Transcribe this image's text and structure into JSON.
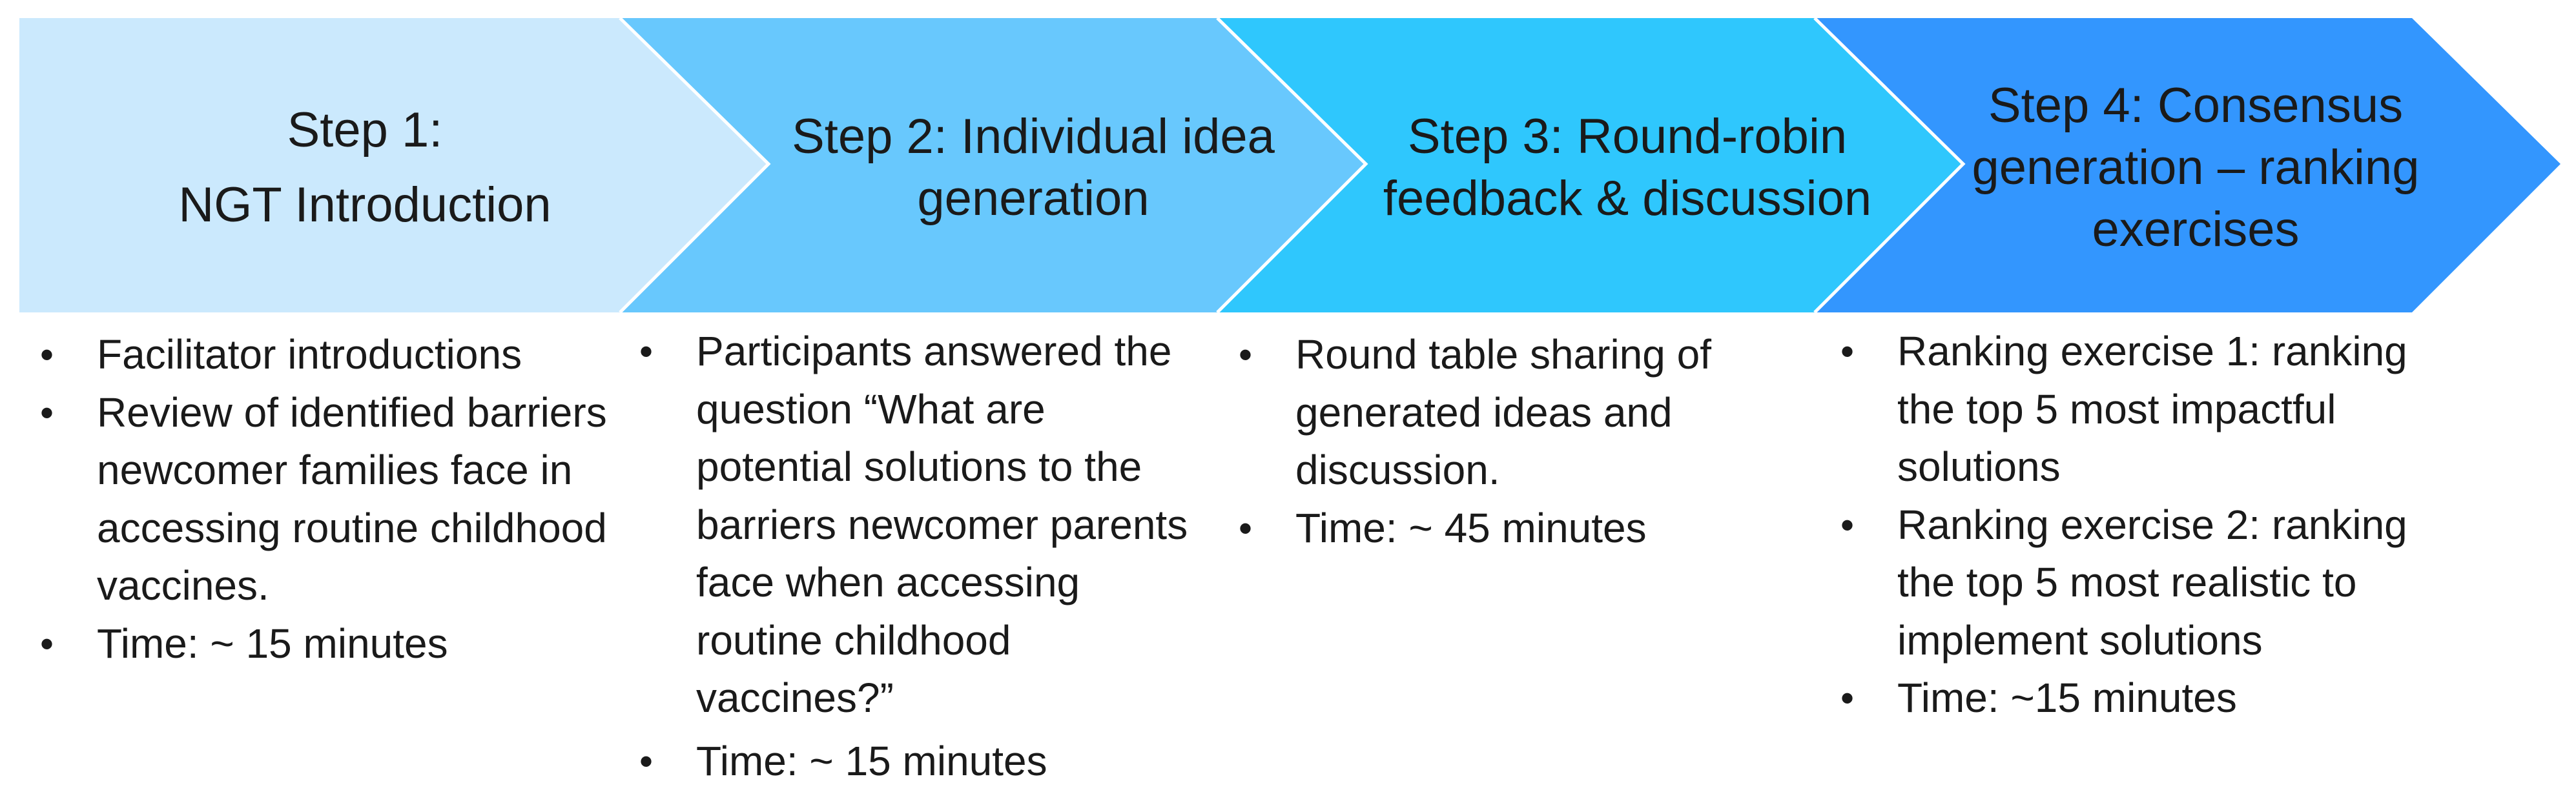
{
  "colors": {
    "step1": "#cbe9fd",
    "step2": "#68c8fd",
    "step3": "#2fc7fd",
    "step4": "#3396fe",
    "separator": "#ffffff"
  },
  "steps": [
    {
      "title": "Step 1:\nNGT Introduction",
      "bullets": [
        "Facilitator introductions",
        "Review of identified barriers newcomer families face in accessing routine childhood vaccines.",
        "Time: ~ 15 minutes"
      ]
    },
    {
      "title": "Step 2: Individual idea generation",
      "bullets": [
        "Participants answered the question “What are potential solutions to the barriers newcomer parents face when accessing routine childhood vaccines?”",
        "Time: ~ 15 minutes"
      ]
    },
    {
      "title": "Step 3: Round-robin feedback & discussion",
      "bullets": [
        "Round table sharing of generated ideas and discussion.",
        "Time: ~ 45 minutes"
      ]
    },
    {
      "title": "Step 4: Consensus generation – ranking exercises",
      "bullets": [
        "Ranking exercise 1: ranking the top 5 most impactful solutions",
        "Ranking exercise 2: ranking the top 5 most realistic to implement solutions",
        "Time: ~15 minutes"
      ]
    }
  ]
}
